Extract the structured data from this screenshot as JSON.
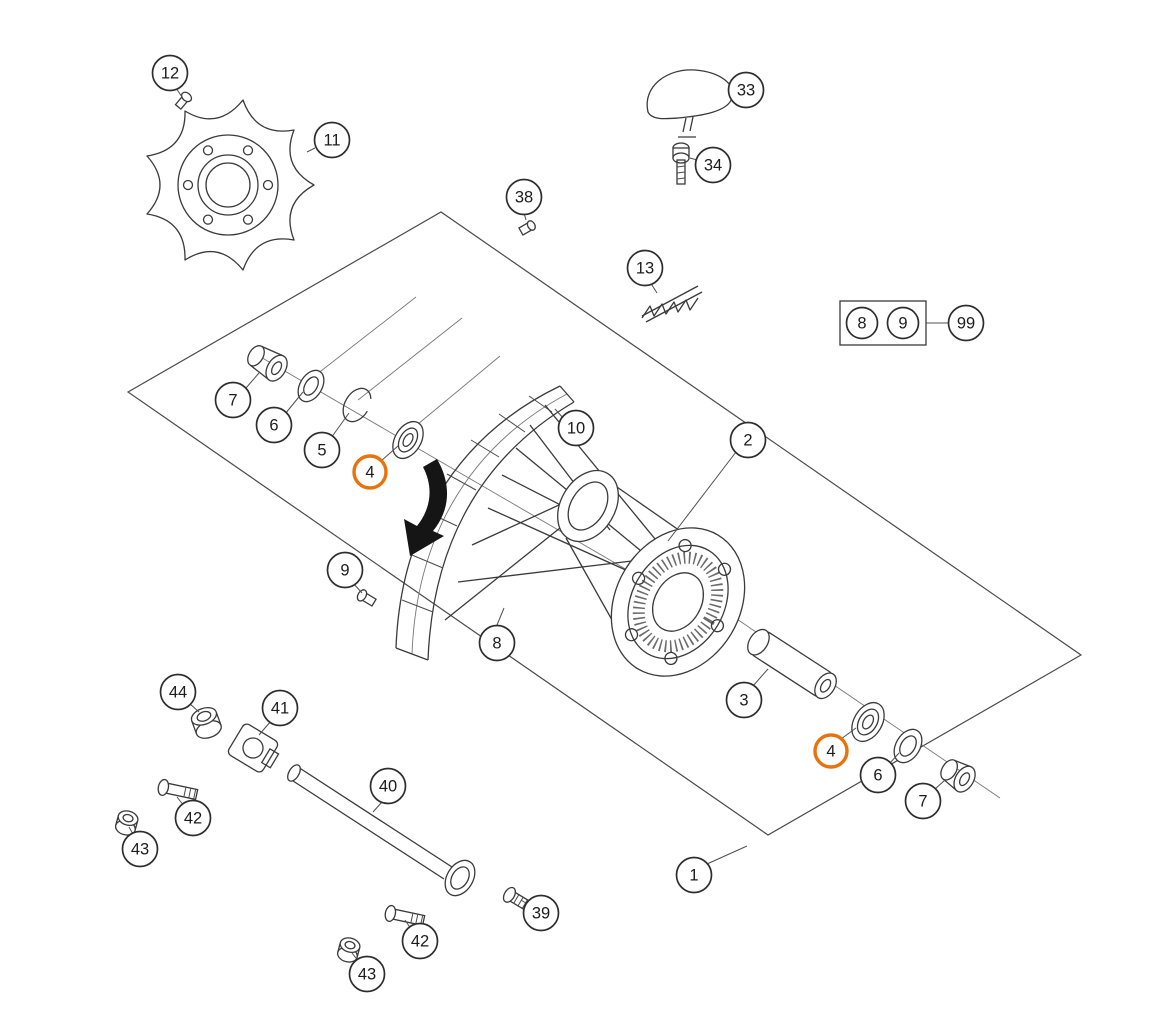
{
  "diagram": {
    "description": "Exploded parts diagram of a rear wheel assembly with numbered callouts",
    "highlight_color": "#e8720c",
    "line_color": "#3a3a3a",
    "background_color": "#ffffff",
    "callouts": {
      "c12": {
        "label": "12"
      },
      "c11": {
        "label": "11"
      },
      "c38": {
        "label": "38"
      },
      "c33": {
        "label": "33"
      },
      "c34": {
        "label": "34"
      },
      "c13": {
        "label": "13"
      },
      "legend8": {
        "label": "8"
      },
      "legend9": {
        "label": "9"
      },
      "c99": {
        "label": "99"
      },
      "c7_left": {
        "label": "7"
      },
      "c6_left": {
        "label": "6"
      },
      "c5": {
        "label": "5"
      },
      "c4_left": {
        "label": "4",
        "highlighted": true
      },
      "c10": {
        "label": "10"
      },
      "c2": {
        "label": "2"
      },
      "c9": {
        "label": "9"
      },
      "c8": {
        "label": "8"
      },
      "c3": {
        "label": "3"
      },
      "c4_right": {
        "label": "4",
        "highlighted": true
      },
      "c6_right": {
        "label": "6"
      },
      "c7_right": {
        "label": "7"
      },
      "c44": {
        "label": "44"
      },
      "c41": {
        "label": "41"
      },
      "c42_upper": {
        "label": "42"
      },
      "c43_upper": {
        "label": "43"
      },
      "c40": {
        "label": "40"
      },
      "c1": {
        "label": "1"
      },
      "c39": {
        "label": "39"
      },
      "c42_lower": {
        "label": "42"
      },
      "c43_lower": {
        "label": "43"
      }
    }
  }
}
